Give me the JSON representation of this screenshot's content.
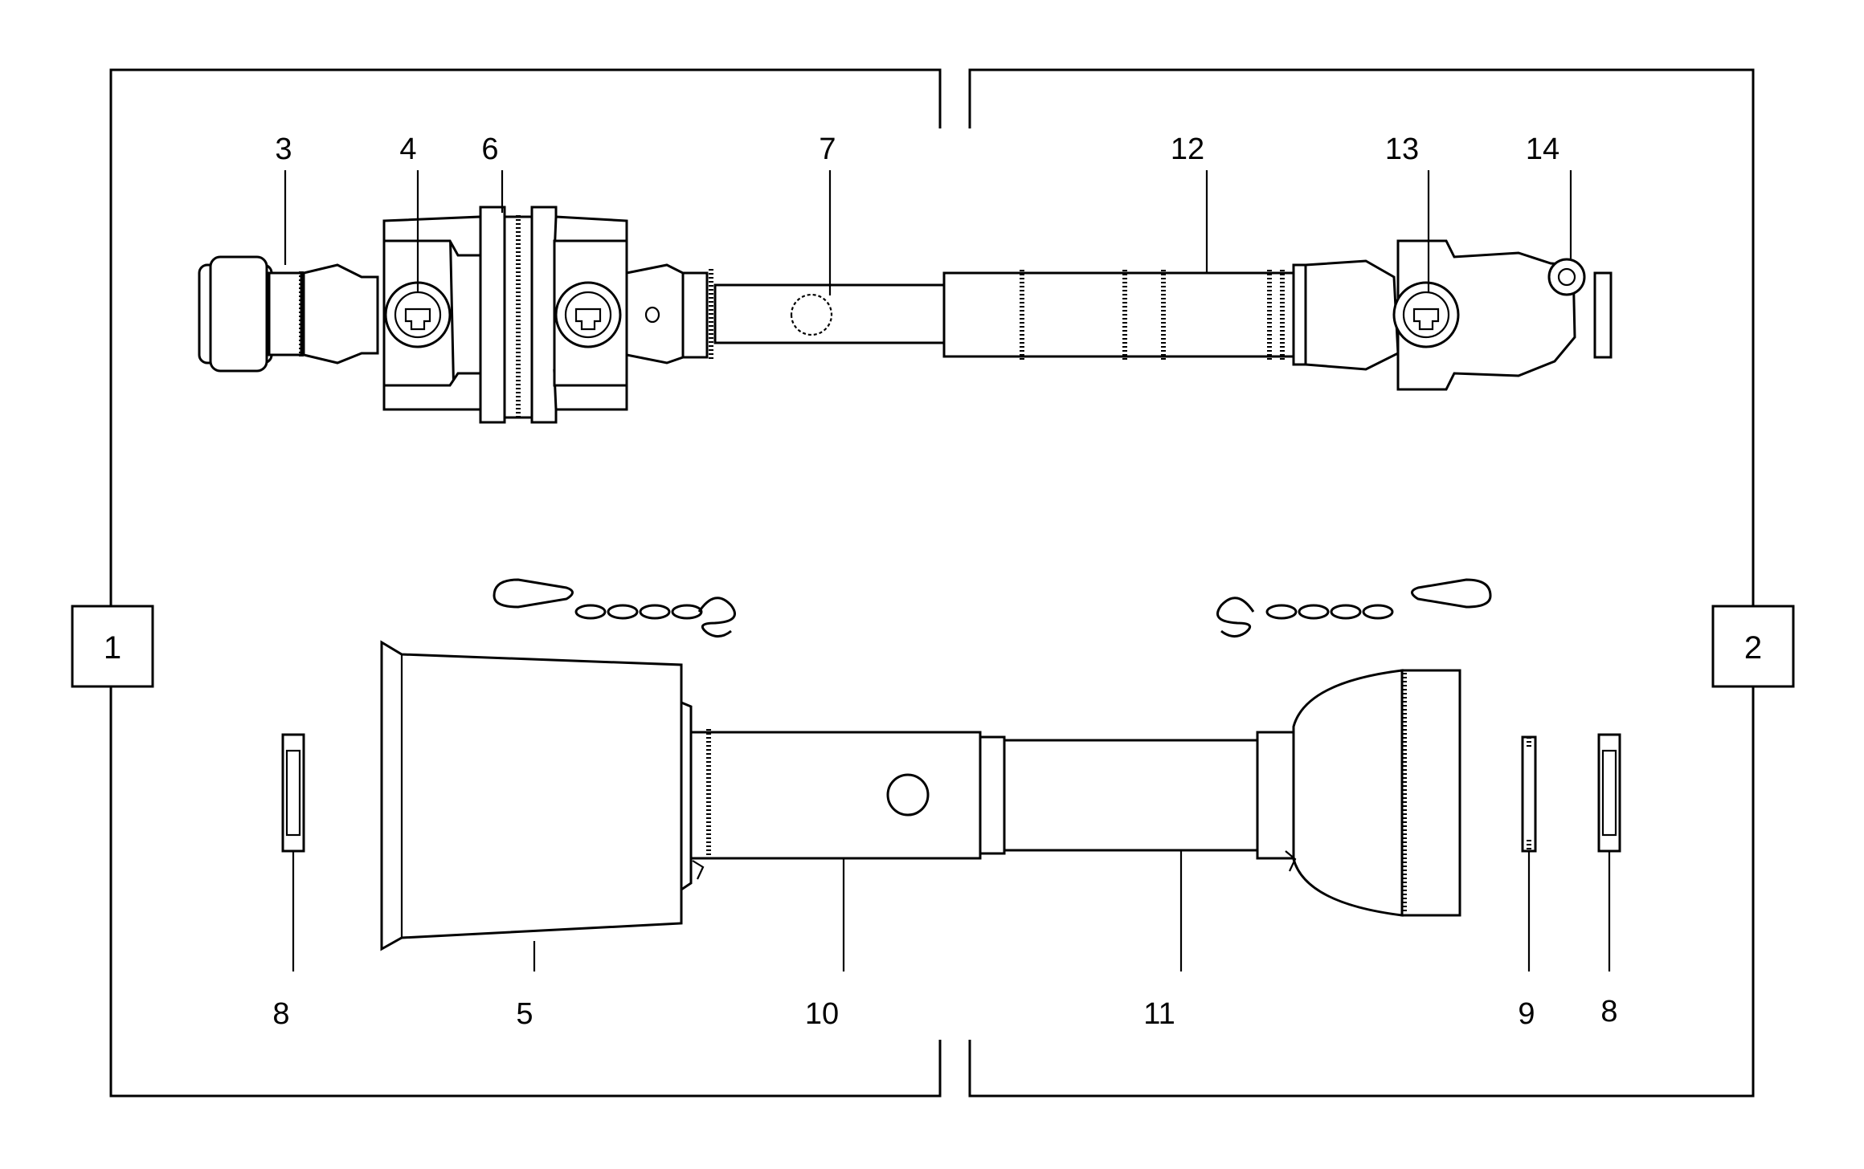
{
  "diagram": {
    "colors": {
      "stroke": "#000000",
      "background": "#ffffff"
    },
    "assembly_labels": [
      {
        "id": "half-1",
        "text": "1"
      },
      {
        "id": "half-2",
        "text": "2"
      }
    ],
    "callouts": [
      {
        "id": "3",
        "text": "3"
      },
      {
        "id": "4",
        "text": "4"
      },
      {
        "id": "6",
        "text": "6"
      },
      {
        "id": "7",
        "text": "7"
      },
      {
        "id": "12",
        "text": "12"
      },
      {
        "id": "13",
        "text": "13"
      },
      {
        "id": "14",
        "text": "14"
      },
      {
        "id": "8a",
        "text": "8"
      },
      {
        "id": "5",
        "text": "5"
      },
      {
        "id": "10",
        "text": "10"
      },
      {
        "id": "11",
        "text": "11"
      },
      {
        "id": "9",
        "text": "9"
      },
      {
        "id": "8b",
        "text": "8"
      }
    ]
  }
}
